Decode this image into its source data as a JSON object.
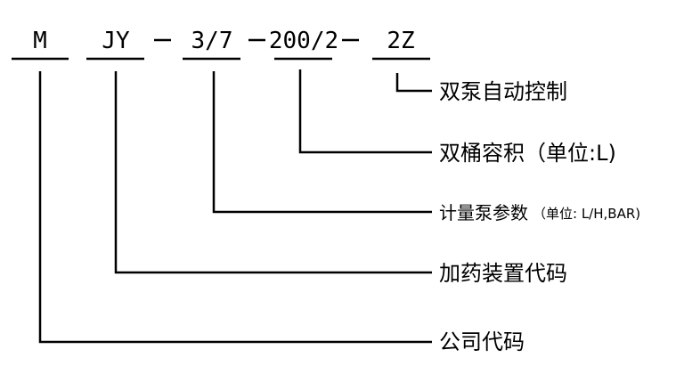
{
  "code_parts": [
    "M",
    "JY",
    "3/7",
    "200/2",
    "2Z"
  ],
  "separator": "—",
  "labels": {
    "double_pump_auto_control": "双泵自动控制",
    "double_tank_volume": "双桶容积（单位:L)",
    "metering_pump_params": "计量泵参数",
    "metering_pump_units": "（单位: L/H,BAR)",
    "dosing_device_code": "加药装置代码",
    "company_code": "公司代码"
  }
}
